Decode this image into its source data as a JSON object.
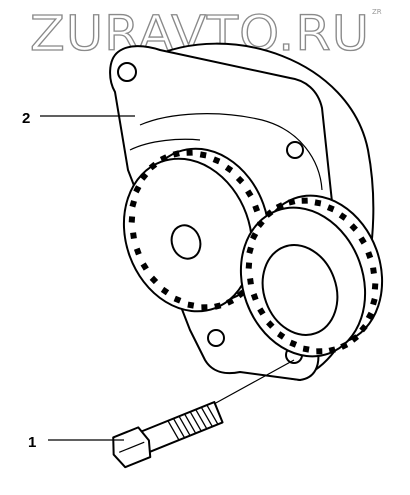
{
  "watermark": "ZURAVTO.RU",
  "callouts": [
    {
      "number": "1",
      "part": "bolt"
    },
    {
      "number": "2",
      "part": "pump-housing"
    }
  ]
}
